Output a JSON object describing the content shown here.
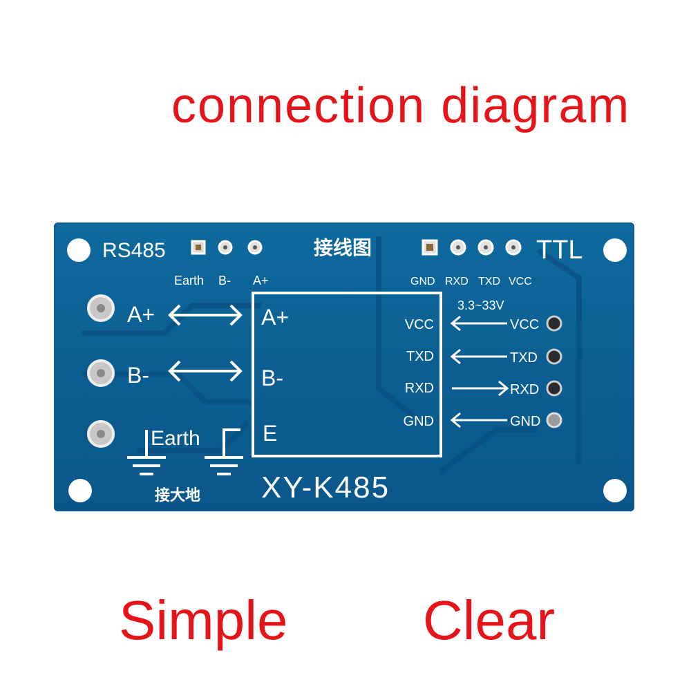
{
  "captions": {
    "top": "connection diagram",
    "bottom_left": "Simple",
    "bottom_right": "Clear",
    "color": "#e5141b"
  },
  "board": {
    "color": "#0c5f93",
    "silk_color": "#ffffff",
    "model": "XY-K485",
    "header_cn": "接线图",
    "ground_cn": "接大地",
    "rs485_label": "RS485",
    "ttl_label": "TTL",
    "rs485_pins": [
      "Earth",
      "B-",
      "A+"
    ],
    "ttl_pins": [
      "GND",
      "RXD",
      "TXD",
      "VCC"
    ],
    "left_terminals": [
      "A+",
      "B-"
    ],
    "earth_label": "Earth",
    "box_left": [
      "A+",
      "B-",
      "E"
    ],
    "box_right": [
      "VCC",
      "TXD",
      "RXD",
      "GND"
    ],
    "voltage": "3.3~33V",
    "ttl_outputs": [
      "VCC",
      "TXD",
      "RXD",
      "GND"
    ]
  }
}
